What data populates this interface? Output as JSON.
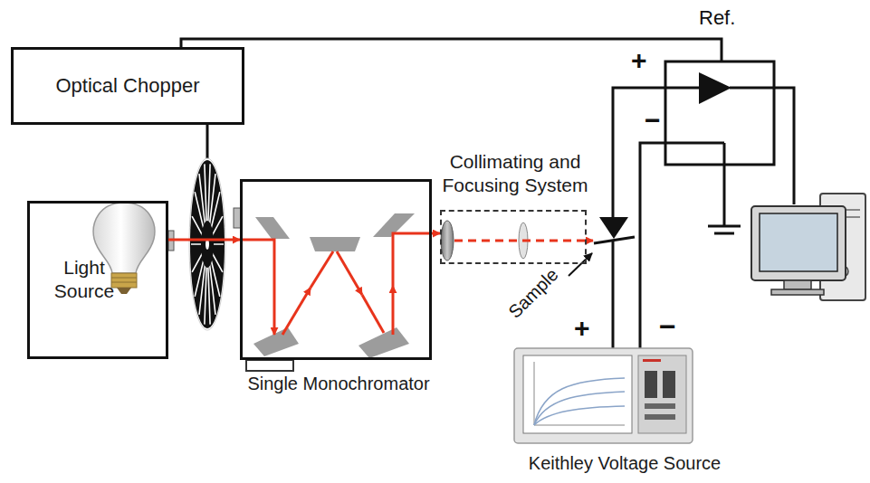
{
  "diagram": {
    "nodes": [
      {
        "text": [
          "Optical Chopper"
        ]
      },
      {
        "text": [
          "Light Source"
        ]
      },
      {
        "text": [
          "Single Monochromator"
        ]
      },
      {
        "text": [
          "Collimating and Focusing System"
        ]
      },
      {
        "text": [
          "Keithley Voltage Source"
        ]
      }
    ],
    "edges": [
      {
        "from": 1,
        "to": 2,
        "arrow": "to"
      },
      {
        "from": 2,
        "to": 3,
        "arrow": "to"
      }
    ],
    "labels": [
      "Ref.",
      "+",
      "−",
      "Sample",
      "+",
      "−"
    ]
  }
}
